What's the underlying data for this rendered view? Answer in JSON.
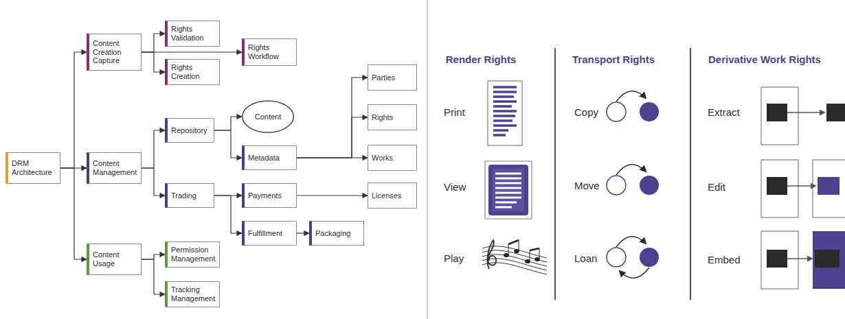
{
  "diagram": {
    "nodes": [
      {
        "text": [
          "DRM Architecture"
        ]
      },
      {
        "text": [
          "Content Creation Capture"
        ]
      },
      {
        "text": [
          "Rights Validation"
        ]
      },
      {
        "text": [
          "Rights Creation"
        ]
      },
      {
        "text": [
          "Rights Workflow"
        ]
      },
      {
        "text": [
          "Content Management"
        ]
      },
      {
        "text": [
          "Repository"
        ]
      },
      {
        "text": [
          "Trading"
        ]
      },
      {
        "text": [
          "Content"
        ]
      },
      {
        "text": [
          "Metadata"
        ]
      },
      {
        "text": [
          "Payments"
        ]
      },
      {
        "text": [
          "Fulfillment"
        ]
      },
      {
        "text": [
          "Packaging"
        ]
      },
      {
        "text": [
          "Parties"
        ]
      },
      {
        "text": [
          "Rights"
        ]
      },
      {
        "text": [
          "Works"
        ]
      },
      {
        "text": [
          "Licenses"
        ]
      },
      {
        "text": [
          "Content Usage"
        ]
      },
      {
        "text": [
          "Permission Management"
        ]
      },
      {
        "text": [
          "Tracking Management"
        ]
      }
    ],
    "edges": [
      {
        "from": 0,
        "to": 1,
        "arrow": "to"
      },
      {
        "from": 0,
        "to": 5,
        "arrow": "to"
      },
      {
        "from": 0,
        "to": 17,
        "arrow": "to"
      },
      {
        "from": 1,
        "to": 2,
        "arrow": "to"
      },
      {
        "from": 1,
        "to": 3,
        "arrow": "to"
      },
      {
        "from": 1,
        "to": 4,
        "arrow": "to"
      },
      {
        "from": 5,
        "to": 6,
        "arrow": "to"
      },
      {
        "from": 5,
        "to": 7,
        "arrow": "to"
      },
      {
        "from": 6,
        "to": 8,
        "arrow": "to"
      },
      {
        "from": 6,
        "to": 9,
        "arrow": "to"
      },
      {
        "from": 7,
        "to": 10,
        "arrow": "to"
      },
      {
        "from": 7,
        "to": 11,
        "arrow": "to"
      },
      {
        "from": 9,
        "to": 13,
        "arrow": "to"
      },
      {
        "from": 9,
        "to": 14,
        "arrow": "to"
      },
      {
        "from": 9,
        "to": 15,
        "arrow": "to"
      },
      {
        "from": 10,
        "to": 16,
        "arrow": "to"
      },
      {
        "from": 11,
        "to": 12,
        "arrow": "to"
      },
      {
        "from": 17,
        "to": 18,
        "arrow": "to"
      },
      {
        "from": 17,
        "to": 19,
        "arrow": "to"
      }
    ],
    "labels": [
      "Render Rights",
      "Transport Rights",
      "Derivative Work Rights",
      "Print",
      "View",
      "Play",
      "Copy",
      "Move",
      "Loan",
      "Extract",
      "Edit",
      "Embed"
    ]
  }
}
